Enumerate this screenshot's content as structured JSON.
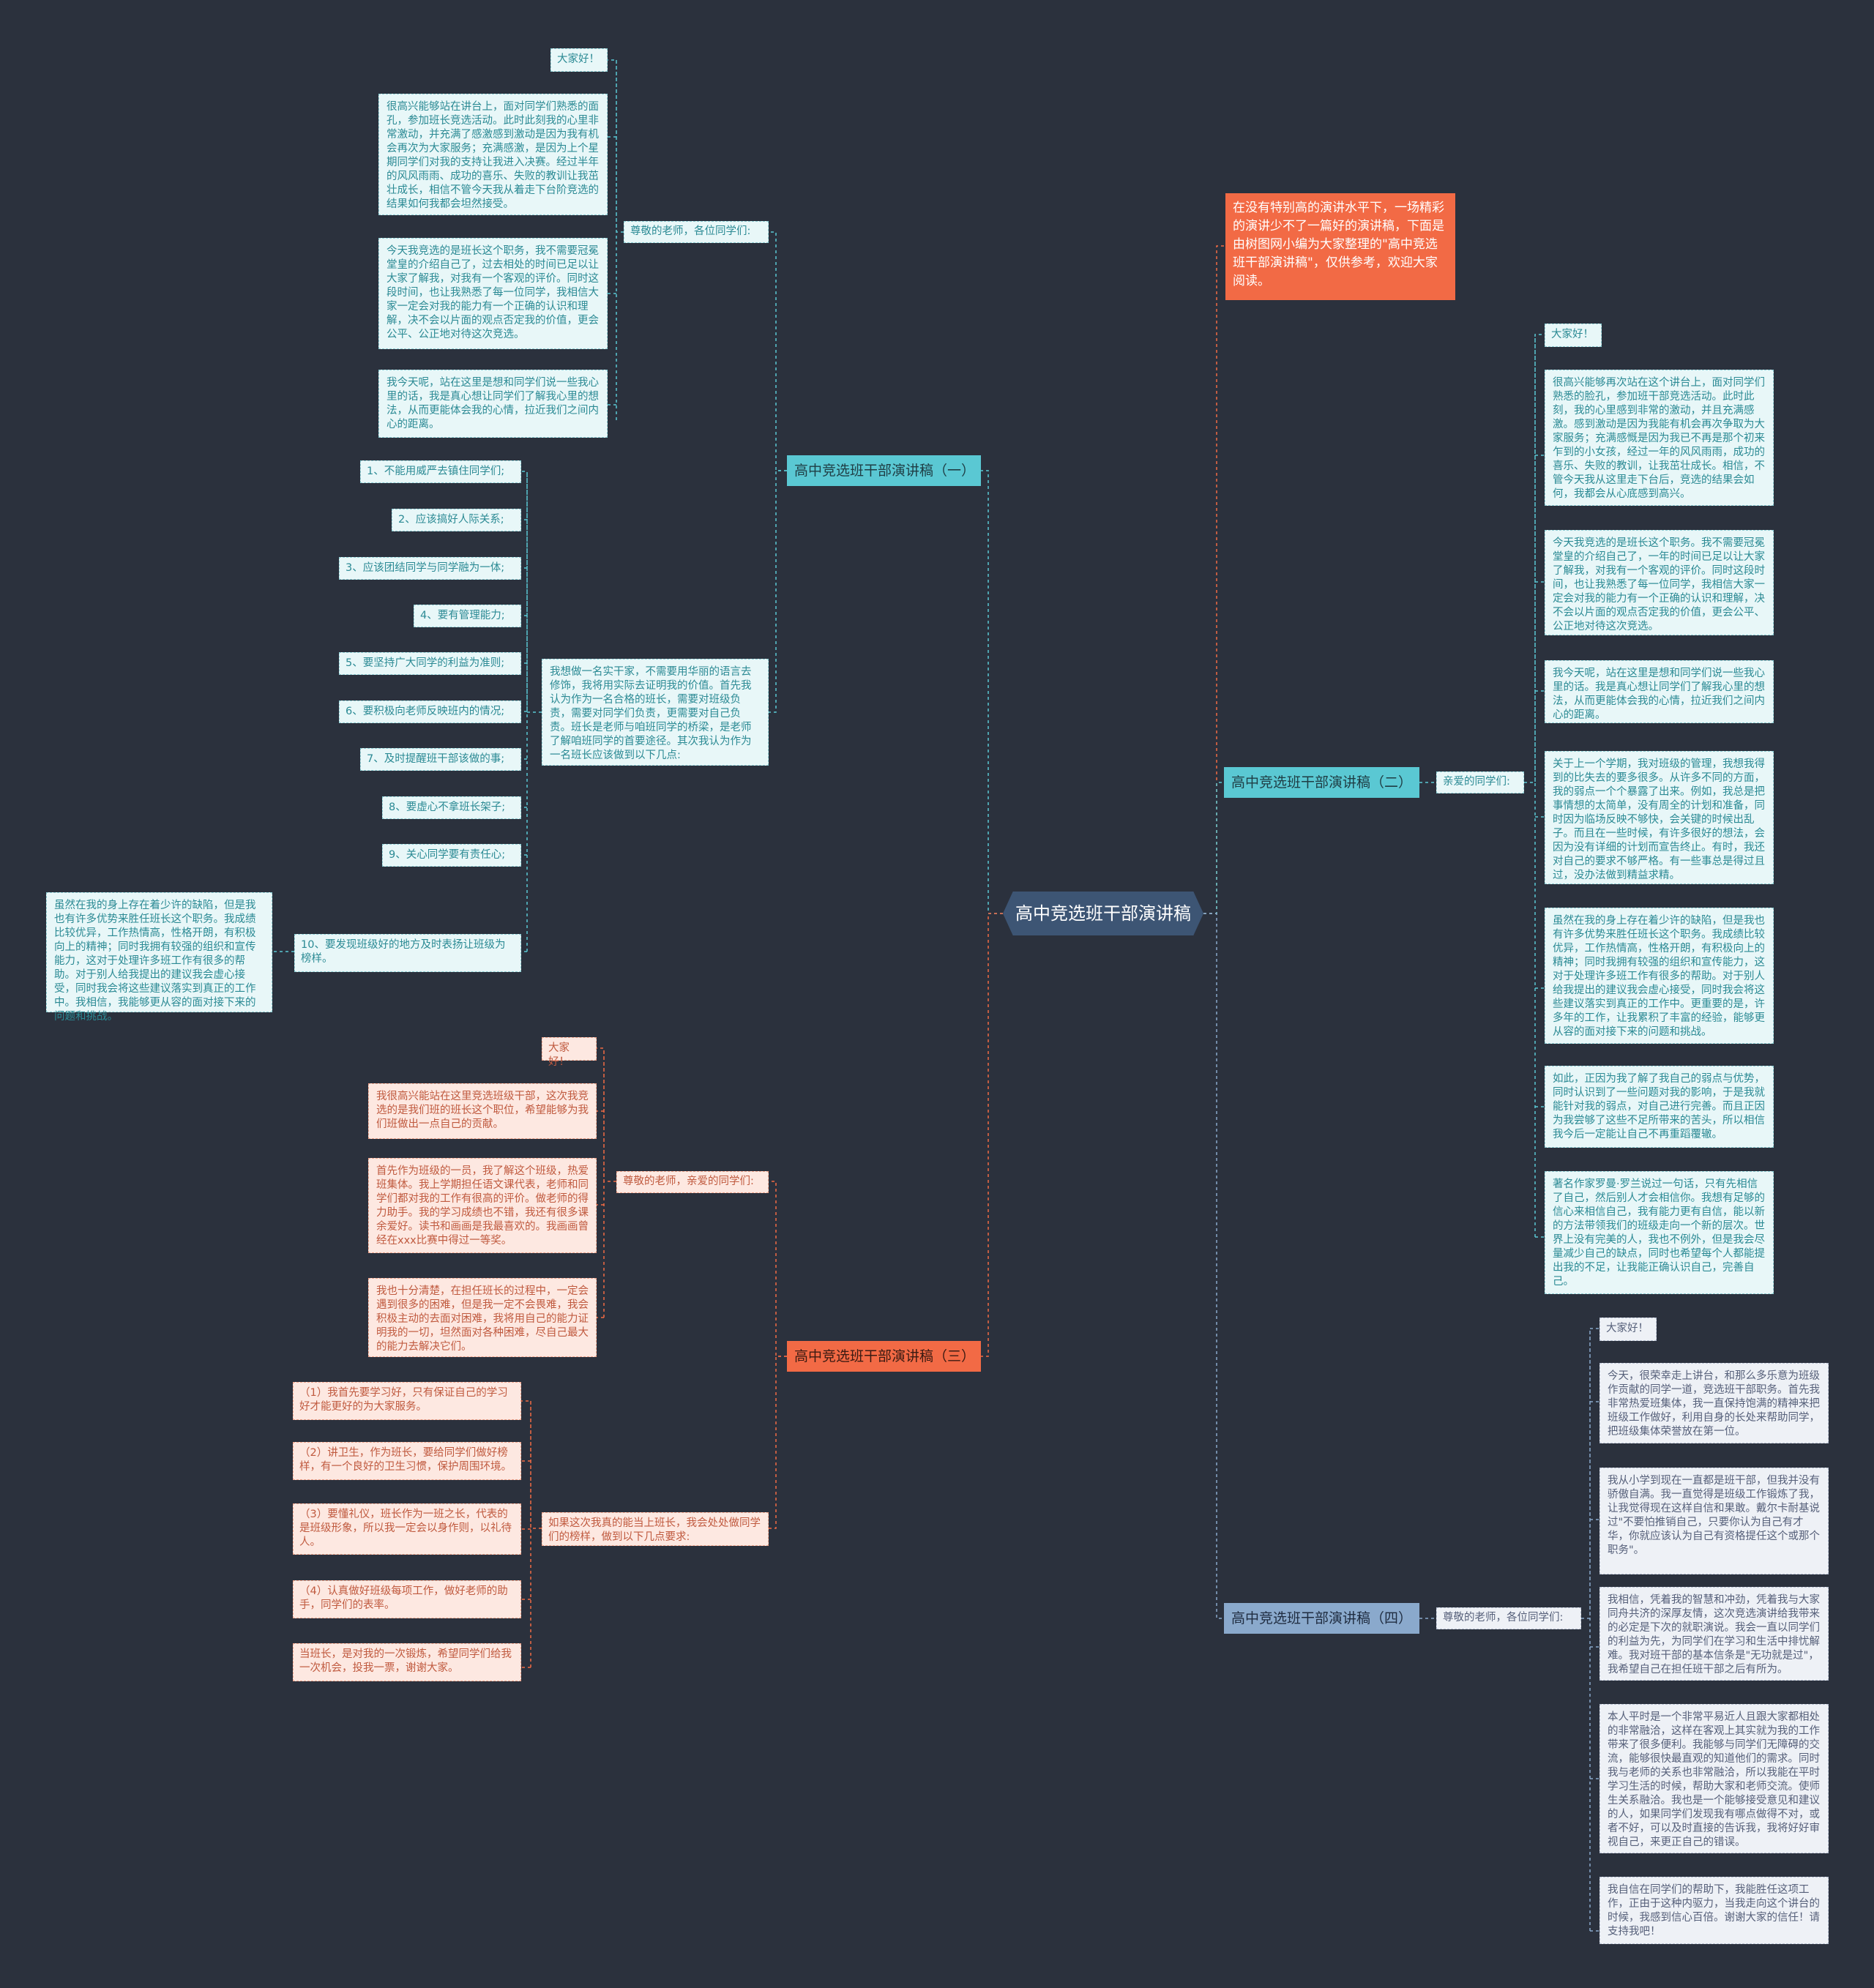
{
  "root": "高中竞选班干部演讲稿",
  "intro": "在没有特别高的演讲水平下，一场精彩的演讲少不了一篇好的演讲稿，下面是由树图网小编为大家整理的\"高中竞选班干部演讲稿\"，仅供参考，欢迎大家阅读。",
  "b1": {
    "title": "高中竞选班干部演讲稿（一）",
    "g1": {
      "label": "尊敬的老师，各位同学们:",
      "items": [
        "大家好！",
        "很高兴能够站在讲台上，面对同学们熟悉的面孔，参加班长竞选活动。此时此刻我的心里非常激动，并充满了感激感到激动是因为我有机会再次为大家服务；充满感激，是因为上个星期同学们对我的支持让我进入决赛。经过半年的风风雨雨、成功的喜乐、失败的教训让我茁壮成长，相信不管今天我从着走下台阶竞选的结果如何我都会坦然接受。",
        "今天我竞选的是班长这个职务，我不需要冠冕堂皇的介绍自己了，过去相处的时间已足以让大家了解我，对我有一个客观的评价。同时这段时间，也让我熟悉了每一位同学，我相信大家一定会对我的能力有一个正确的认识和理解，决不会以片面的观点否定我的价值，更会公平、公正地对待这次竞选。",
        "我今天呢，站在这里是想和同学们说一些我心里的话，我是真心想让同学们了解我心里的想法，从而更能体会我的心情，拉近我们之间内心的距离。"
      ]
    },
    "g2": {
      "label": "我想做一名实干家，不需要用华丽的语言去修饰，我将用实际去证明我的价值。首先我认为作为一名合格的班长，需要对班级负责，需要对同学们负责，更需要对自己负责。班长是老师与咱班同学的桥梁，是老师了解咱班同学的首要途径。其次我认为作为一名班长应该做到以下几点:",
      "items": [
        "1、不能用威严去镇住同学们;",
        "2、应该搞好人际关系;",
        "3、应该团结同学与同学融为一体;",
        "4、要有管理能力;",
        "5、要坚持广大同学的利益为准则;",
        "6、要积极向老师反映班内的情况;",
        "7、及时提醒班干部该做的事;",
        "8、要虚心不拿班长架子;",
        "9、关心同学要有责任心;",
        "10、要发现班级好的地方及时表扬让班级为榜样。"
      ],
      "extra": "虽然在我的身上存在着少许的缺陷，但是我也有许多优势来胜任班长这个职务。我成绩比较优异，工作热情高，性格开朗，有积极向上的精神；同时我拥有较强的组织和宣传能力，这对于处理许多班工作有很多的帮助。对于别人给我提出的建议我会虚心接受，同时我会将这些建议落实到真正的工作中。我相信，我能够更从容的面对接下来的问题和挑战。"
    }
  },
  "b2": {
    "title": "高中竞选班干部演讲稿（二）",
    "label": "亲爱的同学们:",
    "items": [
      "大家好！",
      "很高兴能够再次站在这个讲台上，面对同学们熟悉的脸孔，参加班干部竞选活动。此时此刻，我的心里感到非常的激动，并且充满感激。感到激动是因为我能有机会再次争取为大家服务；充满感慨是因为我已不再是那个初来乍到的小女孩，经过一年的风风雨雨，成功的喜乐、失败的教训，让我茁壮成长。相信，不管今天我从这里走下台后，竞选的结果会如何，我都会从心底感到高兴。",
      "今天我竞选的是班长这个职务。我不需要冠冕堂皇的介绍自己了，一年的时间已足以让大家了解我，对我有一个客观的评价。同时这段时间，也让我熟悉了每一位同学，我相信大家一定会对我的能力有一个正确的认识和理解，决不会以片面的观点否定我的价值，更会公平、公正地对待这次竞选。",
      "我今天呢，站在这里是想和同学们说一些我心里的话。我是真心想让同学们了解我心里的想法，从而更能体会我的心情，拉近我们之间内心的距离。",
      "关于上一个学期，我对班级的管理，我想我得到的比失去的要多很多。从许多不同的方面，我的弱点一个个暴露了出来。例如，我总是把事情想的太简单，没有周全的计划和准备，同时因为临场反映不够快，会关键的时候出乱子。而且在一些时候，有许多很好的想法，会因为没有详细的计划而宣告终止。有时，我还对自己的要求不够严格。有一些事总是得过且过，没办法做到精益求精。",
      "虽然在我的身上存在着少许的缺陷，但是我也有许多优势来胜任班长这个职务。我成绩比较优异，工作热情高，性格开朗，有积极向上的精神；同时我拥有较强的组织和宣传能力，这对于处理许多班工作有很多的帮助。对于别人给我提出的建议我会虚心接受，同时我会将这些建议落实到真正的工作中。更重要的是，许多年的工作，让我累积了丰富的经验，能够更从容的面对接下来的问题和挑战。",
      "如此，正因为我了解了我自己的弱点与优势，同时认识到了一些问题对我的影响，于是我就能针对我的弱点，对自己进行完善。而且正因为我尝够了这些不足所带来的苦头，所以相信我今后一定能让自己不再重蹈覆辙。",
      "著名作家罗曼·罗兰说过一句话，只有先相信了自己，然后别人才会相信你。我想有足够的信心来相信自己，我有能力更有自信，能以新的方法带领我们的班级走向一个新的层次。世界上没有完美的人，我也不例外，但是我会尽量减少自己的缺点，同时也希望每个人都能提出我的不足，让我能正确认识自己，完善自己。"
    ]
  },
  "b3": {
    "title": "高中竞选班干部演讲稿（三）",
    "g1": {
      "label": "尊敬的老师，亲爱的同学们:",
      "items": [
        "大家好！",
        "我很高兴能站在这里竞选班级干部，这次我竞选的是我们班的班长这个职位，希望能够为我们班做出一点自己的贡献。",
        "首先作为班级的一员，我了解这个班级，热爱班集体。我上学期担任语文课代表，老师和同学们都对我的工作有很高的评价。做老师的得力助手。我的学习成绩也不错，我还有很多课余爱好。读书和画画是我最喜欢的。我画画曾经在xxx比赛中得过一等奖。",
        "我也十分清楚，在担任班长的过程中，一定会遇到很多的困难，但是我一定不会畏难，我会积极主动的去面对困难，我将用自己的能力证明我的一切，坦然面对各种困难，尽自己最大的能力去解决它们。"
      ]
    },
    "g2": {
      "label": "如果这次我真的能当上班长，我会处处做同学们的榜样，做到以下几点要求:",
      "items": [
        "（1）我首先要学习好，只有保证自己的学习好才能更好的为大家服务。",
        "（2）讲卫生，作为班长，要给同学们做好榜样，有一个良好的卫生习惯，保护周围环境。",
        "（3）要懂礼仪，班长作为一班之长，代表的是班级形象，所以我一定会以身作则，以礼待人。",
        "（4）认真做好班级每项工作，做好老师的助手，同学们的表率。",
        "当班长，是对我的一次锻炼，希望同学们给我一次机会，投我一票，谢谢大家。"
      ]
    }
  },
  "b4": {
    "title": "高中竞选班干部演讲稿（四）",
    "label": "尊敬的老师，各位同学们:",
    "items": [
      "大家好！",
      "今天，很荣幸走上讲台，和那么多乐意为班级作贡献的同学一道，竞选班干部职务。首先我非常热爱班集体，我一直保持饱满的精神来把班级工作做好，利用自身的长处来帮助同学，把班级集体荣誉放在第一位。",
      "我从小学到现在一直都是班干部，但我并没有骄傲自满。我一直觉得是班级工作锻炼了我，让我觉得现在这样自信和果敢。戴尔卡耐基说过\"不要怕推销自己，只要你认为自己有才华，你就应该认为自己有资格提任这个或那个职务\"。",
      "我相信，凭着我的智慧和冲劲，凭着我与大家同舟共济的深厚友情，这次竞选演讲给我带来的必定是下次的就职演说。我会一直以同学们的利益为先，为同学们在学习和生活中排忧解难。我对班干部的基本信条是\"无功就是过\"，我希望自己在担任班干部之后有所为。",
      "本人平时是一个非常平易近人且跟大家都相处的非常融洽，这样在客观上其实就为我的工作带来了很多便利。我能够与同学们无障碍的交流，能够很快最直观的知道他们的需求。同时我与老师的关系也非常融洽，所以我能在平时学习生活的时候，帮助大家和老师交流。使师生关系融洽。我也是一个能够接受意见和建议的人，如果同学们发现我有哪点做得不对，或者不好，可以及时直接的告诉我，我将好好审视自己，来更正自己的错误。",
      "我自信在同学们的帮助下，我能胜任这项工作，正由于这种内驱力，当我走向这个讲台的时候，我感到信心百倍。谢谢大家的信任！请支持我吧！"
    ]
  },
  "colors": {
    "background": "#2b313d",
    "cyan": "#5ac8d3",
    "orange": "#f26a45",
    "blue": "#8aa9cc",
    "root": "#3d5574"
  }
}
